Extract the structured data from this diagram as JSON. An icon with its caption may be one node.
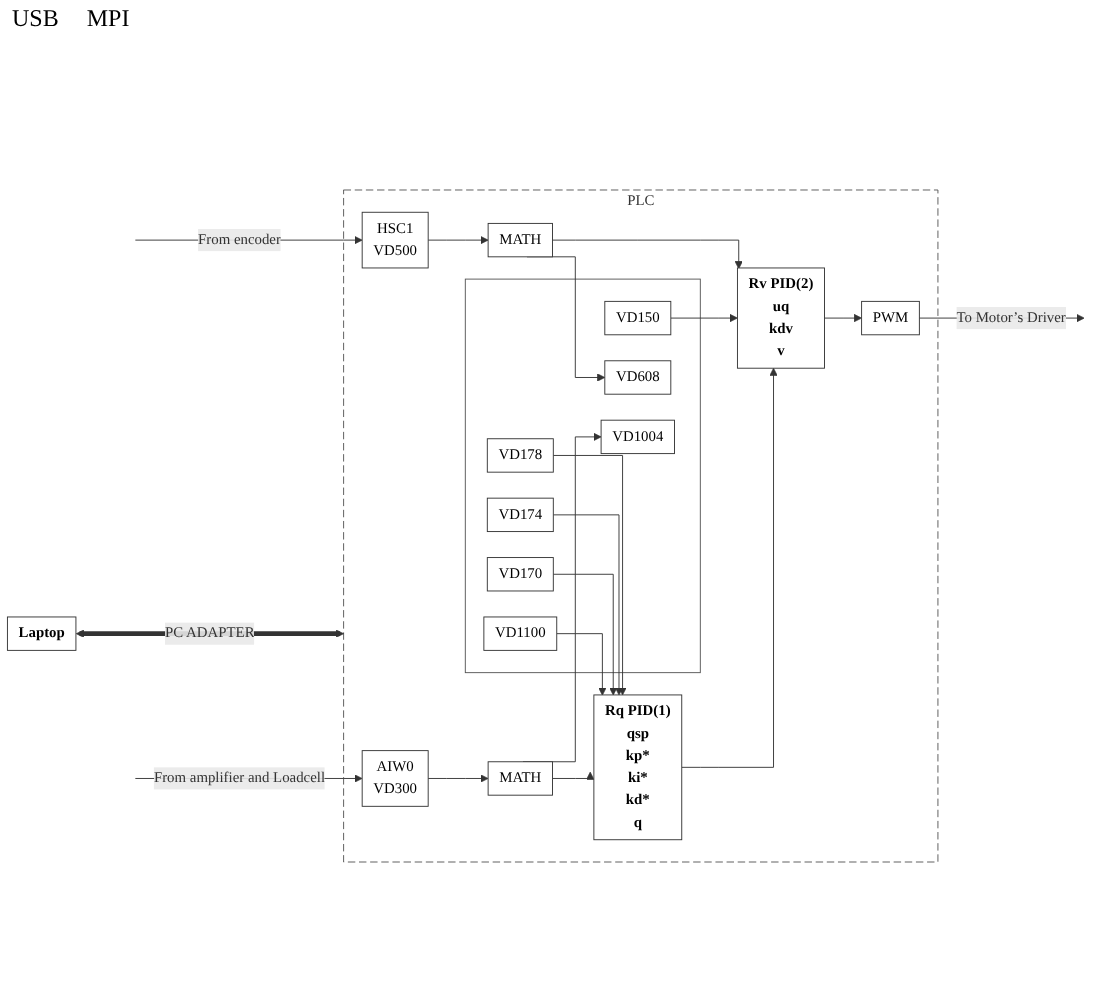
{
  "diagram": {
    "nodes": [
      {
        "text": [
          "Laptop"
        ]
      },
      {
        "text": [
          "PLC"
        ]
      },
      {
        "text": [],
        "shape": "box",
        "in": 1
      },
      {
        "text": [
          "VD1100"
        ],
        "in": 2
      },
      {
        "text": [
          "VD170"
        ],
        "in": 2
      },
      {
        "text": [
          "VD174"
        ],
        "in": 2
      },
      {
        "text": [
          "VD178"
        ],
        "in": 2
      },
      {
        "text": [
          "VD150"
        ],
        "in": 2
      },
      {
        "text": [
          "VD608"
        ],
        "in": 2
      },
      {
        "text": [
          "VD1004"
        ],
        "in": 2
      },
      {
        "text": [
          "Rq PID(1)",
          "qsp",
          "kp*",
          "ki*",
          "kd*",
          "q"
        ],
        "in": 1
      },
      {
        "text": [
          "Rv PID(2)",
          "uq",
          "kdv",
          "v"
        ],
        "in": 1
      },
      {
        "text": [
          "PWM"
        ],
        "in": 1
      },
      {
        "text": [
          "MATH"
        ],
        "in": 1
      },
      {
        "text": [
          "MATH"
        ],
        "in": 1
      },
      {
        "text": [
          "HSC1",
          "VD500"
        ],
        "in": 1
      },
      {
        "text": [
          "AIW0",
          "VD300"
        ],
        "in": 1
      }
    ],
    "edges": [
      {
        "from": 0,
        "to": 1,
        "arrow": "both",
        "label": "PC ADAPTER",
        "style": "thick"
      },
      {
        "from": 3,
        "to": 10,
        "arrow": "to"
      },
      {
        "from": 4,
        "to": 10,
        "arrow": "to"
      },
      {
        "from": 5,
        "to": 10,
        "arrow": "to"
      },
      {
        "from": 6,
        "to": 10,
        "arrow": "to"
      },
      {
        "from": 10,
        "to": 11,
        "arrow": "to"
      },
      {
        "from": 7,
        "to": 11,
        "arrow": "to"
      },
      {
        "from": 13,
        "to": 11,
        "arrow": "to"
      },
      {
        "from": 14,
        "to": 10,
        "arrow": "to"
      },
      {
        "from": 11,
        "to": 12,
        "arrow": "to"
      },
      {
        "from": 12,
        "to": null,
        "arrow": "to",
        "label": "To Motor’s Driver"
      },
      {
        "from": 15,
        "to": 13,
        "arrow": "to"
      },
      {
        "from": 13,
        "to": 8,
        "arrow": "to"
      },
      {
        "from": null,
        "to": 15,
        "arrow": "to",
        "label": "From encoder"
      },
      {
        "from": 16,
        "to": 14,
        "arrow": "to"
      },
      {
        "from": 14,
        "to": 9,
        "arrow": "to"
      },
      {
        "from": null,
        "to": 16,
        "arrow": "to",
        "label": "From amplifier and Loadcell"
      }
    ],
    "labels": [
      "USB",
      "MPI"
    ]
  }
}
